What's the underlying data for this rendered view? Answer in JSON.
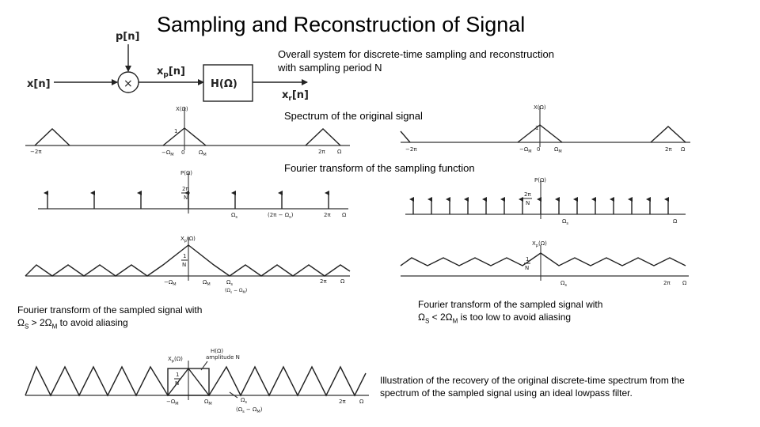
{
  "title": "Sampling and Reconstruction of Signal",
  "captions": {
    "system_line1": "Overall system for discrete-time sampling and reconstruction",
    "system_line2": "with sampling period N",
    "spectrum_original": "Spectrum of the original signal",
    "fourier_sampling": "Fourier transform of the sampling function",
    "sampled_ok_line1": "Fourier transform of the sampled signal with",
    "sampled_ok_line2": "Ω",
    "sampled_ok_sub1": "S",
    "sampled_ok_mid": " > 2Ω",
    "sampled_ok_sub2": "M",
    "sampled_ok_end": " to avoid aliasing",
    "sampled_low_line1": "Fourier transform of the sampled signal with",
    "sampled_low_line2": "Ω",
    "sampled_low_sub1": "S",
    "sampled_low_mid": " < 2Ω",
    "sampled_low_sub2": "M",
    "sampled_low_end": " is too low to avoid aliasing",
    "recovery_line1": "Illustration of the recovery of the original discrete-time spectrum from the",
    "recovery_line2": "spectrum of the sampled signal using an ideal lowpass filter."
  },
  "block_diagram": {
    "pn": "p[n]",
    "xn": "x[n]",
    "xpn": "x",
    "xpn_sub": "p",
    "xpn_end": "[n]",
    "filter": "H(Ω)",
    "xrn": "x",
    "xrn_sub": "r",
    "xrn_end": "[n]",
    "multiplier": "×"
  },
  "plot_labels": {
    "X_omega": "X(Ω)",
    "P_omega": "P(Ω)",
    "Xp_omega": "X",
    "Xp_sub": "p",
    "Xp_end": "(Ω)",
    "H_omega": "H(Ω)",
    "amplitude_n": "amplitude N",
    "one": "1",
    "two_pi": "2π",
    "N": "N",
    "minus_two_pi": "−2π",
    "zero": "0",
    "omega": "Ω",
    "neg_omega_m": "−Ω",
    "omega_m": "Ω",
    "sub_m": "M",
    "omega_s": "Ω",
    "sub_s": "s",
    "two_pi_minus_os": "(2π − Ω",
    "close_paren": ")",
    "os_minus_om": "(Ω",
    "os_minus_om_mid": " − Ω"
  }
}
